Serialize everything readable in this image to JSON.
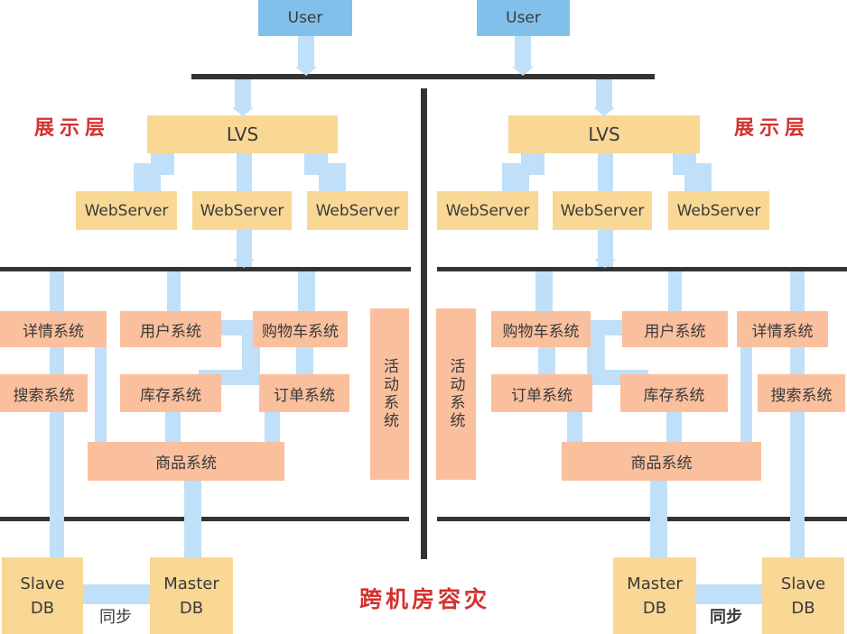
{
  "palette": {
    "user_node_blue": "#82C0EC",
    "connector_blue": "#BFE0F8",
    "infra_orange": "#F9D795",
    "system_salmon": "#FABF9D",
    "bus_bar_dark": "#333333",
    "annotation_red": "#D3322F",
    "node_text": "#3a3a3a"
  },
  "annotations": {
    "left_layer_label": "展示层",
    "right_layer_label": "展示层",
    "bottom_caption": "跨机房容灾"
  },
  "datacenters": [
    {
      "side": "left",
      "user": "User",
      "lvs": "LVS",
      "webservers": [
        "WebServer",
        "WebServer",
        "WebServer"
      ],
      "systems_row1": [
        "详情系统",
        "用户系统",
        "购物车系统"
      ],
      "systems_row2": [
        "搜索系统",
        "库存系统",
        "订单系统"
      ],
      "product_system": "商品系统",
      "activity_system": "活动系统",
      "slave_db": "Slave\nDB",
      "master_db": "Master\nDB",
      "sync_label": "同步"
    },
    {
      "side": "right",
      "user": "User",
      "lvs": "LVS",
      "webservers": [
        "WebServer",
        "WebServer",
        "WebServer"
      ],
      "systems_row1": [
        "购物车系统",
        "用户系统",
        "详情系统"
      ],
      "systems_row2": [
        "订单系统",
        "库存系统",
        "搜索系统"
      ],
      "product_system": "商品系统",
      "activity_system": "活动系统",
      "slave_db": "Slave\nDB",
      "master_db": "Master\nDB",
      "sync_label": "同步"
    }
  ]
}
